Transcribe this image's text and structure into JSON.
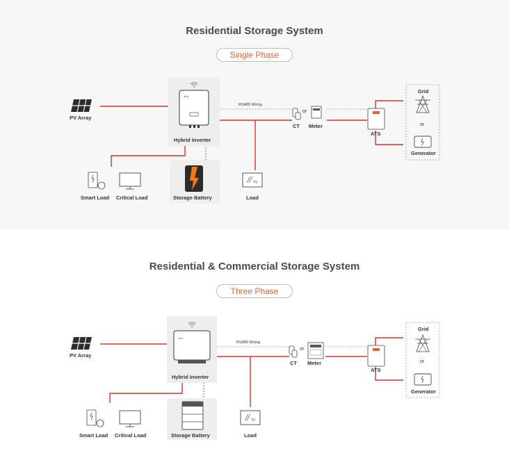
{
  "section1": {
    "title": "Residential Storage System",
    "phase": "Single Phase",
    "labels": {
      "pv_array": "PV Array",
      "hybrid_inverter": "Hybrid Inverter",
      "rs485": "RS485 Wiring",
      "ct": "CT",
      "or1": "or",
      "meter": "Meter",
      "ats": "ATS",
      "grid": "Grid",
      "or2": "or",
      "generator": "Generator",
      "smart_load": "Smart Load",
      "critical_load": "Critical Load",
      "storage_battery": "Storage Battery",
      "load": "Load"
    }
  },
  "section2": {
    "title": "Residential & Commercial Storage System",
    "phase": "Three Phase",
    "labels": {
      "pv_array": "PV Array",
      "hybrid_inverter": "Hybrid Inverter",
      "rs485": "RS485 Wiring",
      "ct": "CT",
      "or1": "or",
      "meter": "Meter",
      "ats": "ATS",
      "grid": "Grid",
      "or2": "or",
      "generator": "Generator",
      "smart_load": "Smart Load",
      "critical_load": "Critical Load",
      "storage_battery": "Storage Battery",
      "load": "Load"
    }
  },
  "colors": {
    "wire": "#d9322c",
    "accent": "#e0632a",
    "text": "#333333"
  },
  "icons": [
    "solar-panel-icon",
    "hybrid-inverter-icon",
    "wifi-icon",
    "ct-clamp-icon",
    "meter-icon",
    "ats-icon",
    "grid-tower-icon",
    "generator-icon",
    "smart-load-icon",
    "monitor-icon",
    "battery-icon",
    "tv-icon"
  ]
}
